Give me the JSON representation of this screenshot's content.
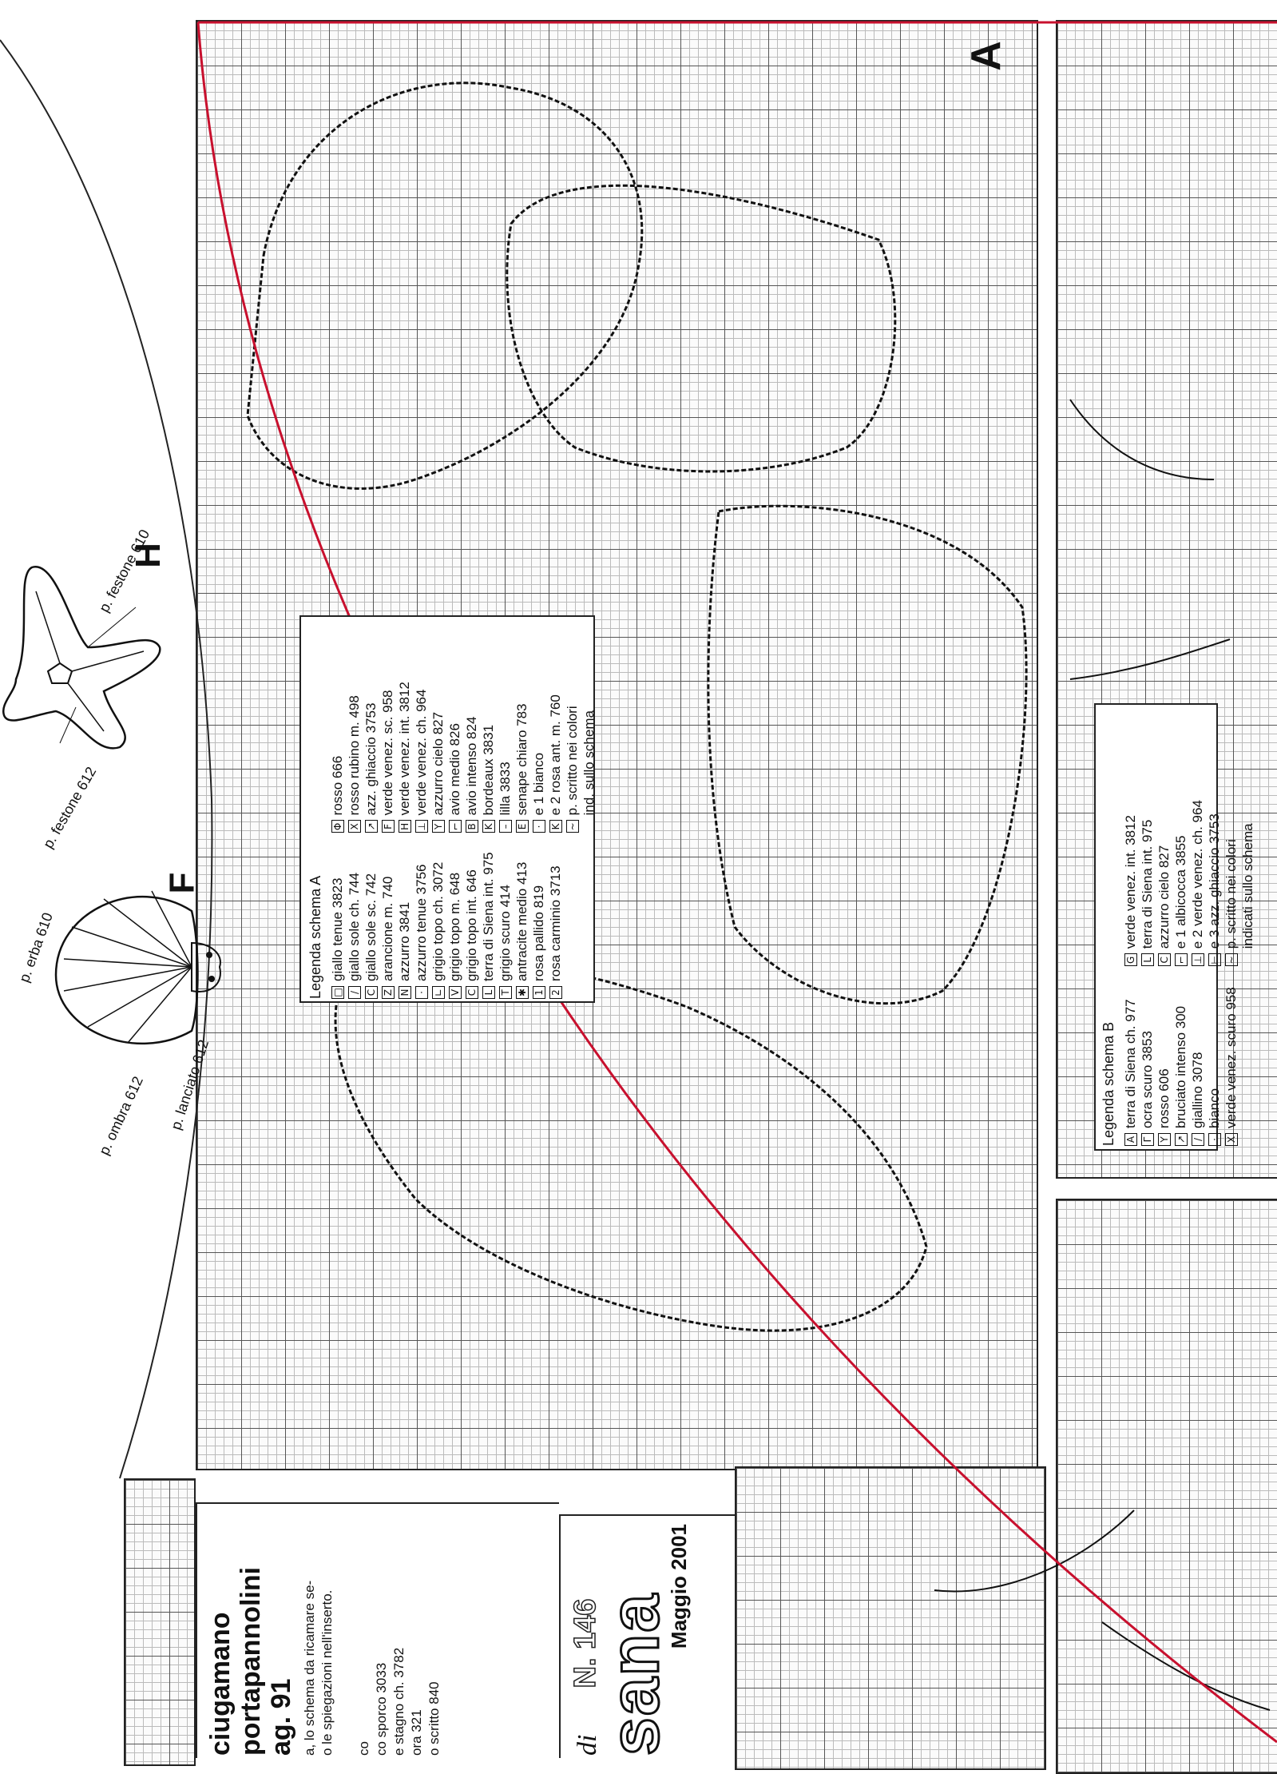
{
  "schema_a": {
    "label": "A",
    "legend_title": "Legenda schema A",
    "col1": [
      {
        "sym": "□",
        "text": "giallo tenue 3823"
      },
      {
        "sym": "/",
        "text": "giallo sole ch. 744"
      },
      {
        "sym": "C",
        "text": "giallo sole sc. 742"
      },
      {
        "sym": "Z",
        "text": "arancione m. 740"
      },
      {
        "sym": "N",
        "text": "azzurro 3841"
      },
      {
        "sym": "·",
        "text": "azzurro tenue 3756"
      },
      {
        "sym": "∟",
        "text": "grigio topo ch. 3072"
      },
      {
        "sym": "V",
        "text": "grigio topo m. 648"
      },
      {
        "sym": "C",
        "text": "grigio topo int. 646"
      },
      {
        "sym": "L",
        "text": "terra di Siena int. 975"
      },
      {
        "sym": "T",
        "text": "grigio scuro 414"
      },
      {
        "sym": "✱",
        "text": "antracite medio 413"
      },
      {
        "sym": "1",
        "text": "rosa pallido 819"
      },
      {
        "sym": "2",
        "text": "rosa carminio 3713"
      }
    ],
    "col2": [
      {
        "sym": "Φ",
        "text": "rosso 666"
      },
      {
        "sym": "X",
        "text": "rosso rubino m. 498"
      },
      {
        "sym": "↗",
        "text": "azz. ghiaccio 3753"
      },
      {
        "sym": "F",
        "text": "verde venez. sc. 958"
      },
      {
        "sym": "H",
        "text": "verde venez. int. 3812"
      },
      {
        "sym": "⊥",
        "text": "verde venez. ch. 964"
      },
      {
        "sym": "Y",
        "text": "azzurro cielo 827"
      },
      {
        "sym": "⌐",
        "text": "avio medio 826"
      },
      {
        "sym": "B",
        "text": "avio intenso 824"
      },
      {
        "sym": "K",
        "text": "bordeaux 3831"
      },
      {
        "sym": "–",
        "text": "lilla 3833"
      },
      {
        "sym": "Ε",
        "text": "senape chiaro 783"
      },
      {
        "sym": "·",
        "text": "e 1 bianco"
      },
      {
        "sym": "K",
        "text": "e 2 rosa ant. m. 760"
      },
      {
        "sym": "~",
        "text": "p. scritto nei colori"
      },
      {
        "sym": "",
        "text": "ind. sullo schema"
      }
    ]
  },
  "schema_b": {
    "legend_title": "Legenda schema B",
    "col1": [
      {
        "sym": "A",
        "text": "terra di Siena ch. 977"
      },
      {
        "sym": "Γ",
        "text": "ocra scuro 3853"
      },
      {
        "sym": "Y",
        "text": "rosso 606"
      },
      {
        "sym": "↗",
        "text": "bruciato intenso 300"
      },
      {
        "sym": "/",
        "text": "giallino 3078"
      },
      {
        "sym": "·",
        "text": "bianco"
      },
      {
        "sym": "X",
        "text": "verde venez. scuro 958"
      }
    ],
    "col2": [
      {
        "sym": "G",
        "text": "verde venez. int. 3812"
      },
      {
        "sym": "L",
        "text": "terra di Siena int. 975"
      },
      {
        "sym": "C",
        "text": "azzurro cielo 827"
      },
      {
        "sym": "⌐",
        "text": "e 1 albicocca 3855"
      },
      {
        "sym": "⊥",
        "text": "e 2 verde venez. ch. 964"
      },
      {
        "sym": "⊢",
        "text": "e 3 azz. ghiaccio 3753"
      },
      {
        "sym": "~",
        "text": "p. scritto nei colori"
      },
      {
        "sym": "",
        "text": "indicati sullo schema"
      }
    ]
  },
  "shell": {
    "letter": "F",
    "labels": {
      "erba": "p. erba 610",
      "ombra": "p. ombra 612",
      "lanciato": "p. lanciato 612"
    }
  },
  "star": {
    "letter": "H",
    "labels": {
      "festone_top": "p. festone 610",
      "festone_bottom": "p. festone 612"
    }
  },
  "article": {
    "title_1": "ciugamano",
    "title_2": "portapannolini",
    "title_3": "ag. 91",
    "body_1": "a, lo schema da ricamare se-",
    "body_2": "o le spiegazioni nell'inserto.",
    "items": [
      "co",
      "co sporco 3033",
      "e stagno ch. 3782",
      "ora 321",
      "o scritto 840"
    ]
  },
  "masthead": {
    "prefix": "di",
    "issue": "N. 146",
    "brand": "sana",
    "date": "Maggio 2001"
  },
  "colors": {
    "guide_line": "#c8102e",
    "ink": "#111111",
    "grid_major": "#555555",
    "grid_minor": "#bbbbbb"
  }
}
